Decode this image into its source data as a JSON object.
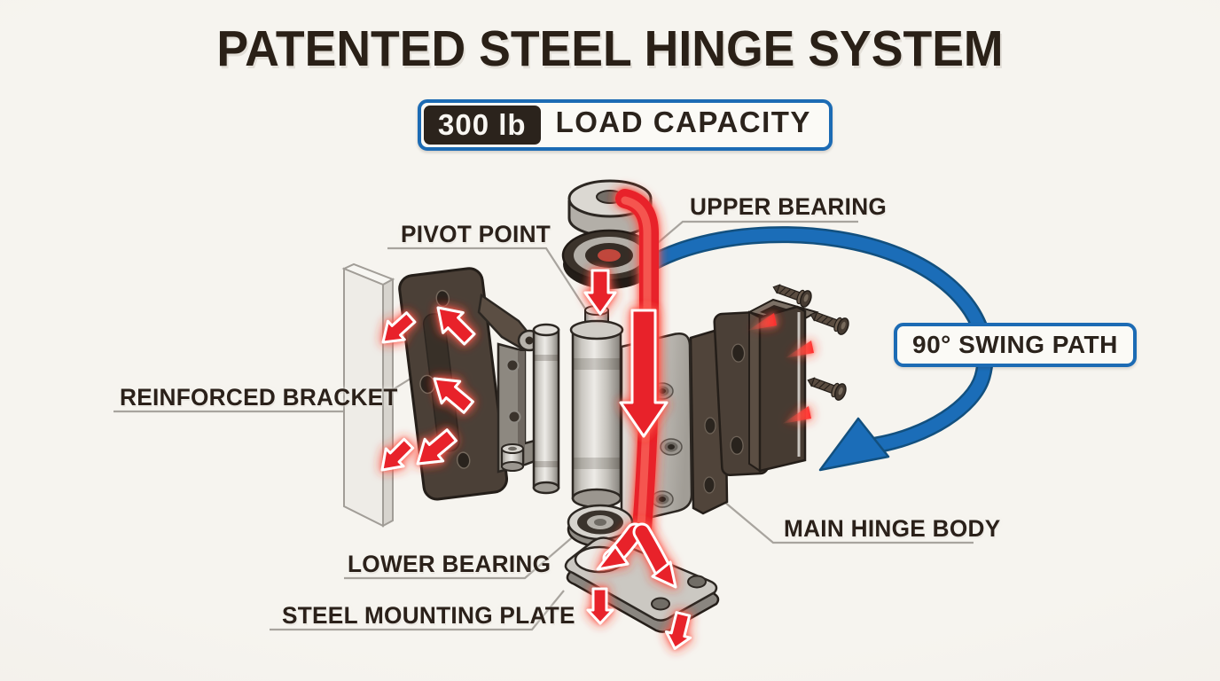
{
  "title": "PATENTED STEEL HINGE SYSTEM",
  "capacity_badge": {
    "value": "300 lb",
    "label": "LOAD CAPACITY"
  },
  "swing_badge": {
    "label": "90° SWING PATH"
  },
  "part_labels": {
    "pivot_point": "PIVOT POINT",
    "upper_bearing": "UPPER BEARING",
    "reinforced_bracket": "REINFORCED BRACKET",
    "main_hinge_body": "MAIN HINGE BODY",
    "lower_bearing": "LOWER BEARING",
    "steel_mounting_plate": "STEEL MOUNTING PLATE"
  },
  "diagram_parts": [
    "wall-panel",
    "reinforced-bracket",
    "bracket-arm",
    "retainer-pin",
    "hinge-pin",
    "upper-cap-washer",
    "upper-bearing",
    "main-hinge-barrel",
    "hinge-leaf",
    "back-leaf",
    "channel-bracket",
    "mounting-screws",
    "swing-arc",
    "lower-bearing",
    "steel-mounting-plate",
    "load-force-arrows"
  ],
  "colors": {
    "background": "#f5f3ee",
    "ink": "#2a211a",
    "accent_blue": "#1c6bb4",
    "accent_blue_dark": "#12507f",
    "force_red": "#e8232b",
    "metal_light": "#d7d4ce",
    "metal_mid": "#b3afa8",
    "metal_dark": "#8a8680",
    "part_dark": "#4b4037",
    "outline": "#241e19",
    "leader_gray": "#a8a49e"
  }
}
